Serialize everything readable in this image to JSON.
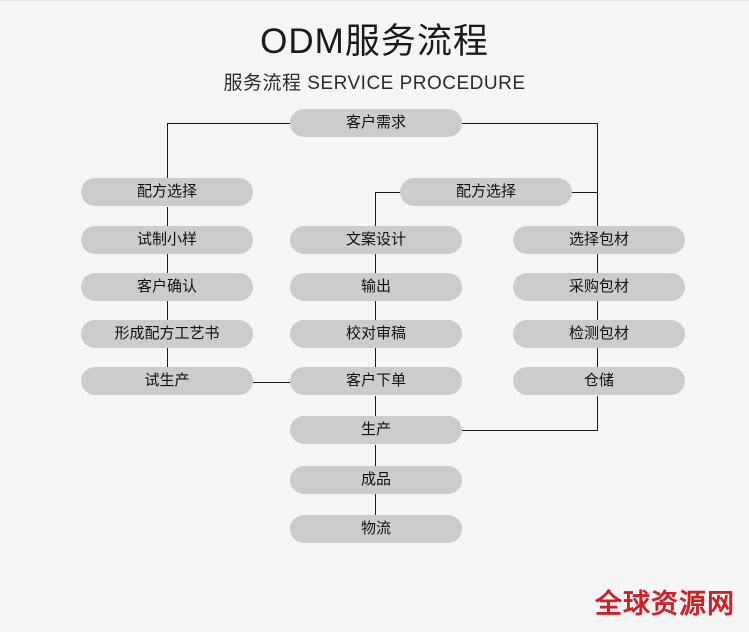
{
  "header": {
    "title": "ODM服务流程",
    "subtitle": "服务流程 SERVICE PROCEDURE"
  },
  "colors": {
    "background": "#f5f5f5",
    "node_fill": "#cccccc",
    "node_text": "#111111",
    "line": "#1a1a1a",
    "watermark": "#cc2229"
  },
  "flow": {
    "root": {
      "label": "客户需求"
    },
    "branch_label": {
      "label": "配方选择"
    },
    "left_column": [
      {
        "label": "配方选择"
      },
      {
        "label": "试制小样"
      },
      {
        "label": "客户确认"
      },
      {
        "label": "形成配方工艺书"
      },
      {
        "label": "试生产"
      }
    ],
    "center_column": [
      {
        "label": "文案设计"
      },
      {
        "label": "输出"
      },
      {
        "label": "校对审稿"
      },
      {
        "label": "客户下单"
      },
      {
        "label": "生产"
      },
      {
        "label": "成品"
      },
      {
        "label": "物流"
      }
    ],
    "right_column": [
      {
        "label": "选择包材"
      },
      {
        "label": "采购包材"
      },
      {
        "label": "检测包材"
      },
      {
        "label": "仓储"
      }
    ]
  },
  "watermark": {
    "text": "全球资源网"
  }
}
